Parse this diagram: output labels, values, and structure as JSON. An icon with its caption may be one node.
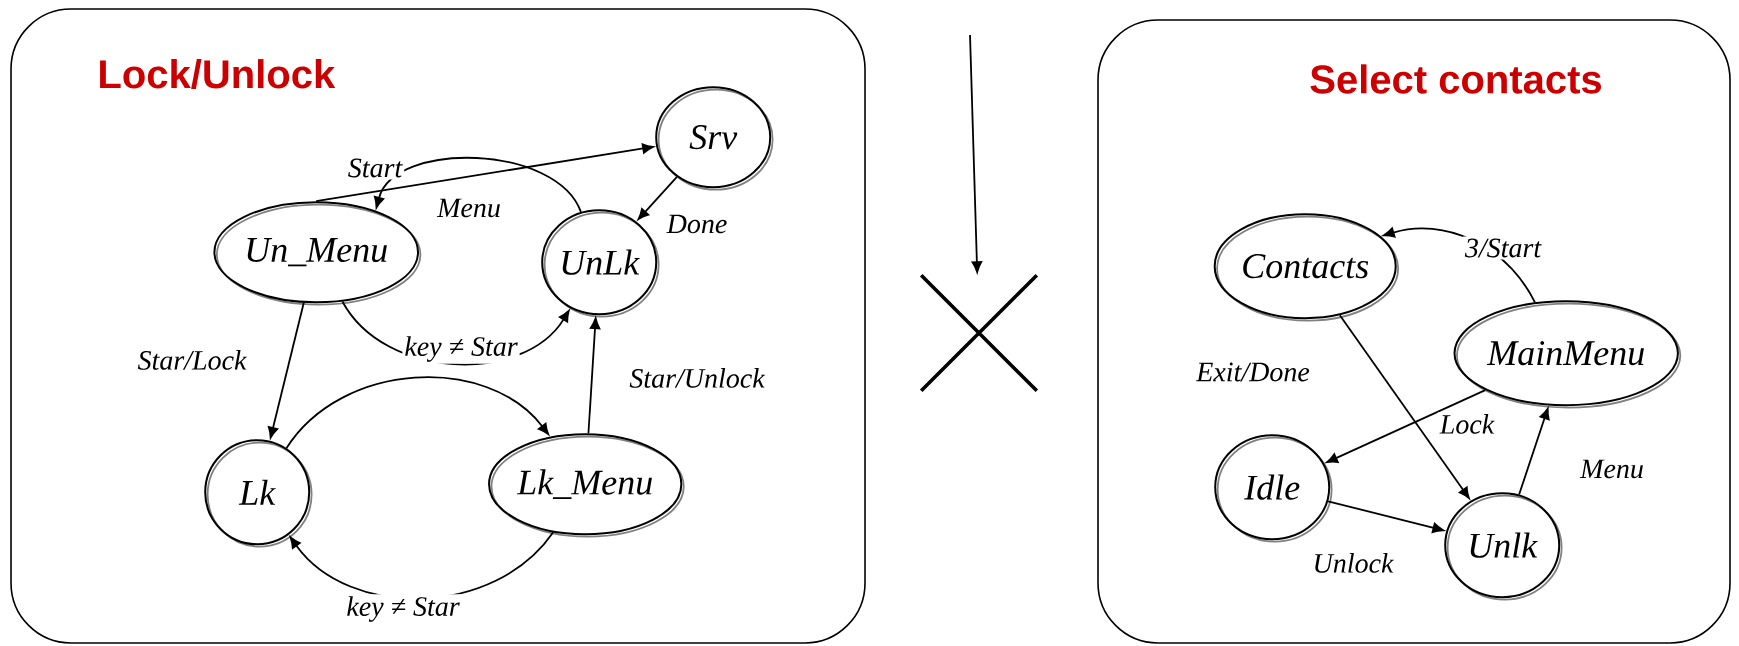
{
  "diagram": {
    "nodes": [
      {
        "text": [
          "Lock/Unlock"
        ]
      },
      {
        "text": [
          "Srv"
        ],
        "in": 0
      },
      {
        "text": [
          "Un_Menu"
        ],
        "in": 0
      },
      {
        "text": [
          "UnLk"
        ],
        "in": 0
      },
      {
        "text": [
          "Lk"
        ],
        "in": 0
      },
      {
        "text": [
          "Lk_Menu"
        ],
        "in": 0
      },
      {
        "text": [],
        "shape": "cross"
      },
      {
        "text": [
          "Select contacts"
        ]
      },
      {
        "text": [
          "Contacts"
        ],
        "in": 7
      },
      {
        "text": [
          "MainMenu"
        ],
        "in": 7
      },
      {
        "text": [
          "Idle"
        ],
        "in": 7
      },
      {
        "text": [
          "Unlk"
        ],
        "in": 7
      }
    ],
    "edges": [
      {
        "from": 2,
        "to": 1,
        "arrow": "to",
        "label": "Start"
      },
      {
        "from": 3,
        "to": 2,
        "arrow": "to",
        "label": "Menu"
      },
      {
        "from": 1,
        "to": 3,
        "arrow": "to",
        "label": "Done"
      },
      {
        "from": 2,
        "to": 3,
        "arrow": "to",
        "label": "key ≠ Star"
      },
      {
        "from": 2,
        "to": 4,
        "arrow": "to",
        "label": "Star/Lock"
      },
      {
        "from": 4,
        "to": 5,
        "arrow": "to"
      },
      {
        "from": 5,
        "to": 4,
        "arrow": "to",
        "label": "key ≠ Star"
      },
      {
        "from": 5,
        "to": 3,
        "arrow": "to",
        "label": "Star/Unlock"
      },
      {
        "from": null,
        "to": 6,
        "arrow": "to"
      },
      {
        "from": 9,
        "to": 8,
        "arrow": "to",
        "label": "3/Start"
      },
      {
        "from": 8,
        "to": 11,
        "arrow": "to",
        "label": "Exit/Done"
      },
      {
        "from": 9,
        "to": 10,
        "arrow": "to",
        "label": "Lock"
      },
      {
        "from": 10,
        "to": 11,
        "arrow": "to",
        "label": "Unlock"
      },
      {
        "from": 11,
        "to": 9,
        "arrow": "to",
        "label": "Menu"
      }
    ]
  }
}
